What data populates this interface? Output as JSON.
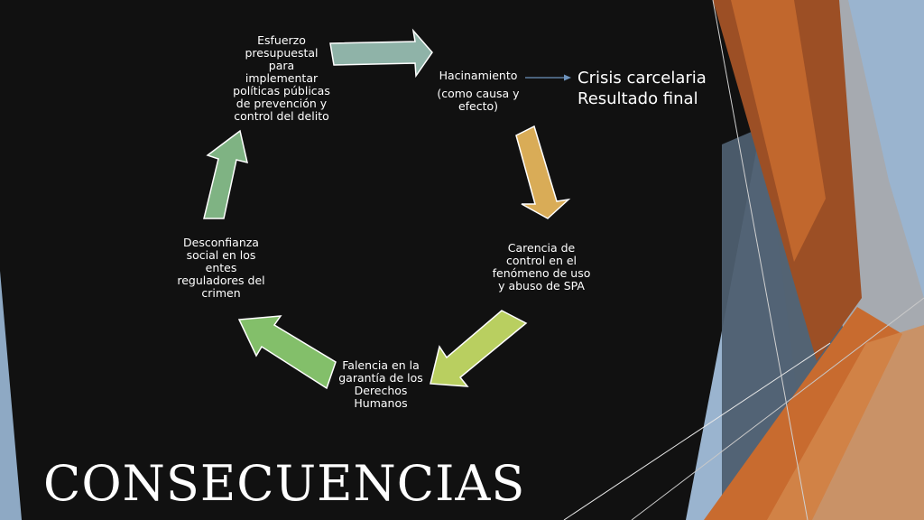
{
  "slide": {
    "title": "CONSECUENCIAS"
  },
  "cycle": {
    "nodes": [
      {
        "id": "esfuerzo",
        "text": "Esfuerzo\npresupuestal\npara\nimplementar\npolíticas públicas\nde prevención y\ncontrol del delito"
      },
      {
        "id": "hacinamiento",
        "text": "Hacinamiento",
        "subtext": "(como causa y\nefecto)"
      },
      {
        "id": "carencia",
        "text": "Carencia de\ncontrol en el\nfenómeno de uso\ny abuso de SPA"
      },
      {
        "id": "falencia",
        "text": "Falencia en la\ngarantía de los\nDerechos\nHumanos"
      },
      {
        "id": "desconfianza",
        "text": "Desconfianza\nsocial en los\nentes\nreguladores del\ncrimen"
      }
    ],
    "arrow_colors": [
      "#8fb3a8",
      "#d9ac57",
      "#b9cf60",
      "#83bf6a",
      "#7fb383"
    ]
  },
  "result": {
    "text": "Crisis carcelaria\nResultado final",
    "connector_color": "#6e93bd"
  },
  "colors": {
    "background": "#111111",
    "accent_orange": "#c86b2f",
    "accent_blue": "#9ab4cf",
    "accent_gray": "#a8a8aa"
  }
}
